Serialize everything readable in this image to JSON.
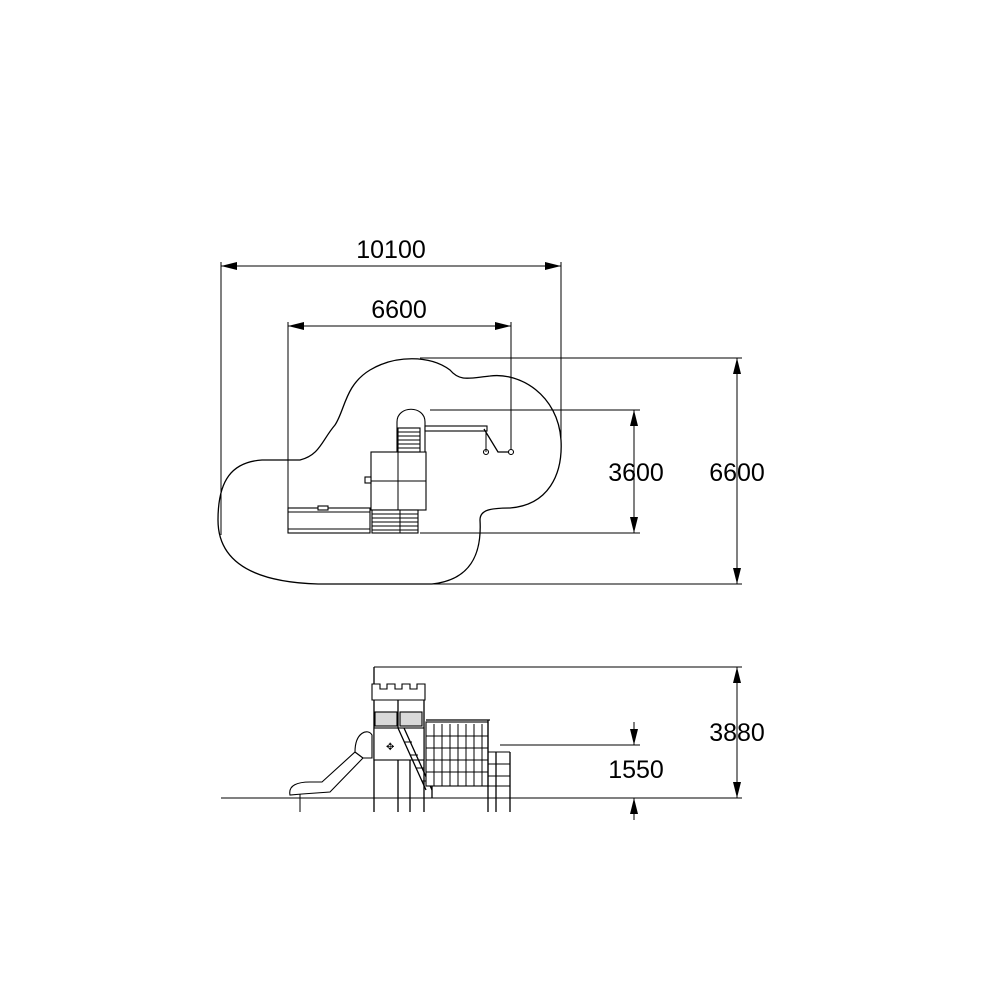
{
  "plan_view": {
    "dimensions": {
      "overall_width": "10100",
      "equipment_width": "6600",
      "equipment_depth": "3600",
      "overall_depth": "6600"
    }
  },
  "elevation_view": {
    "dimensions": {
      "overall_height": "3880",
      "platform_height": "1550"
    }
  },
  "colors": {
    "line": "#000000",
    "panel_fill": "#d9d9d9",
    "background": "#ffffff"
  }
}
